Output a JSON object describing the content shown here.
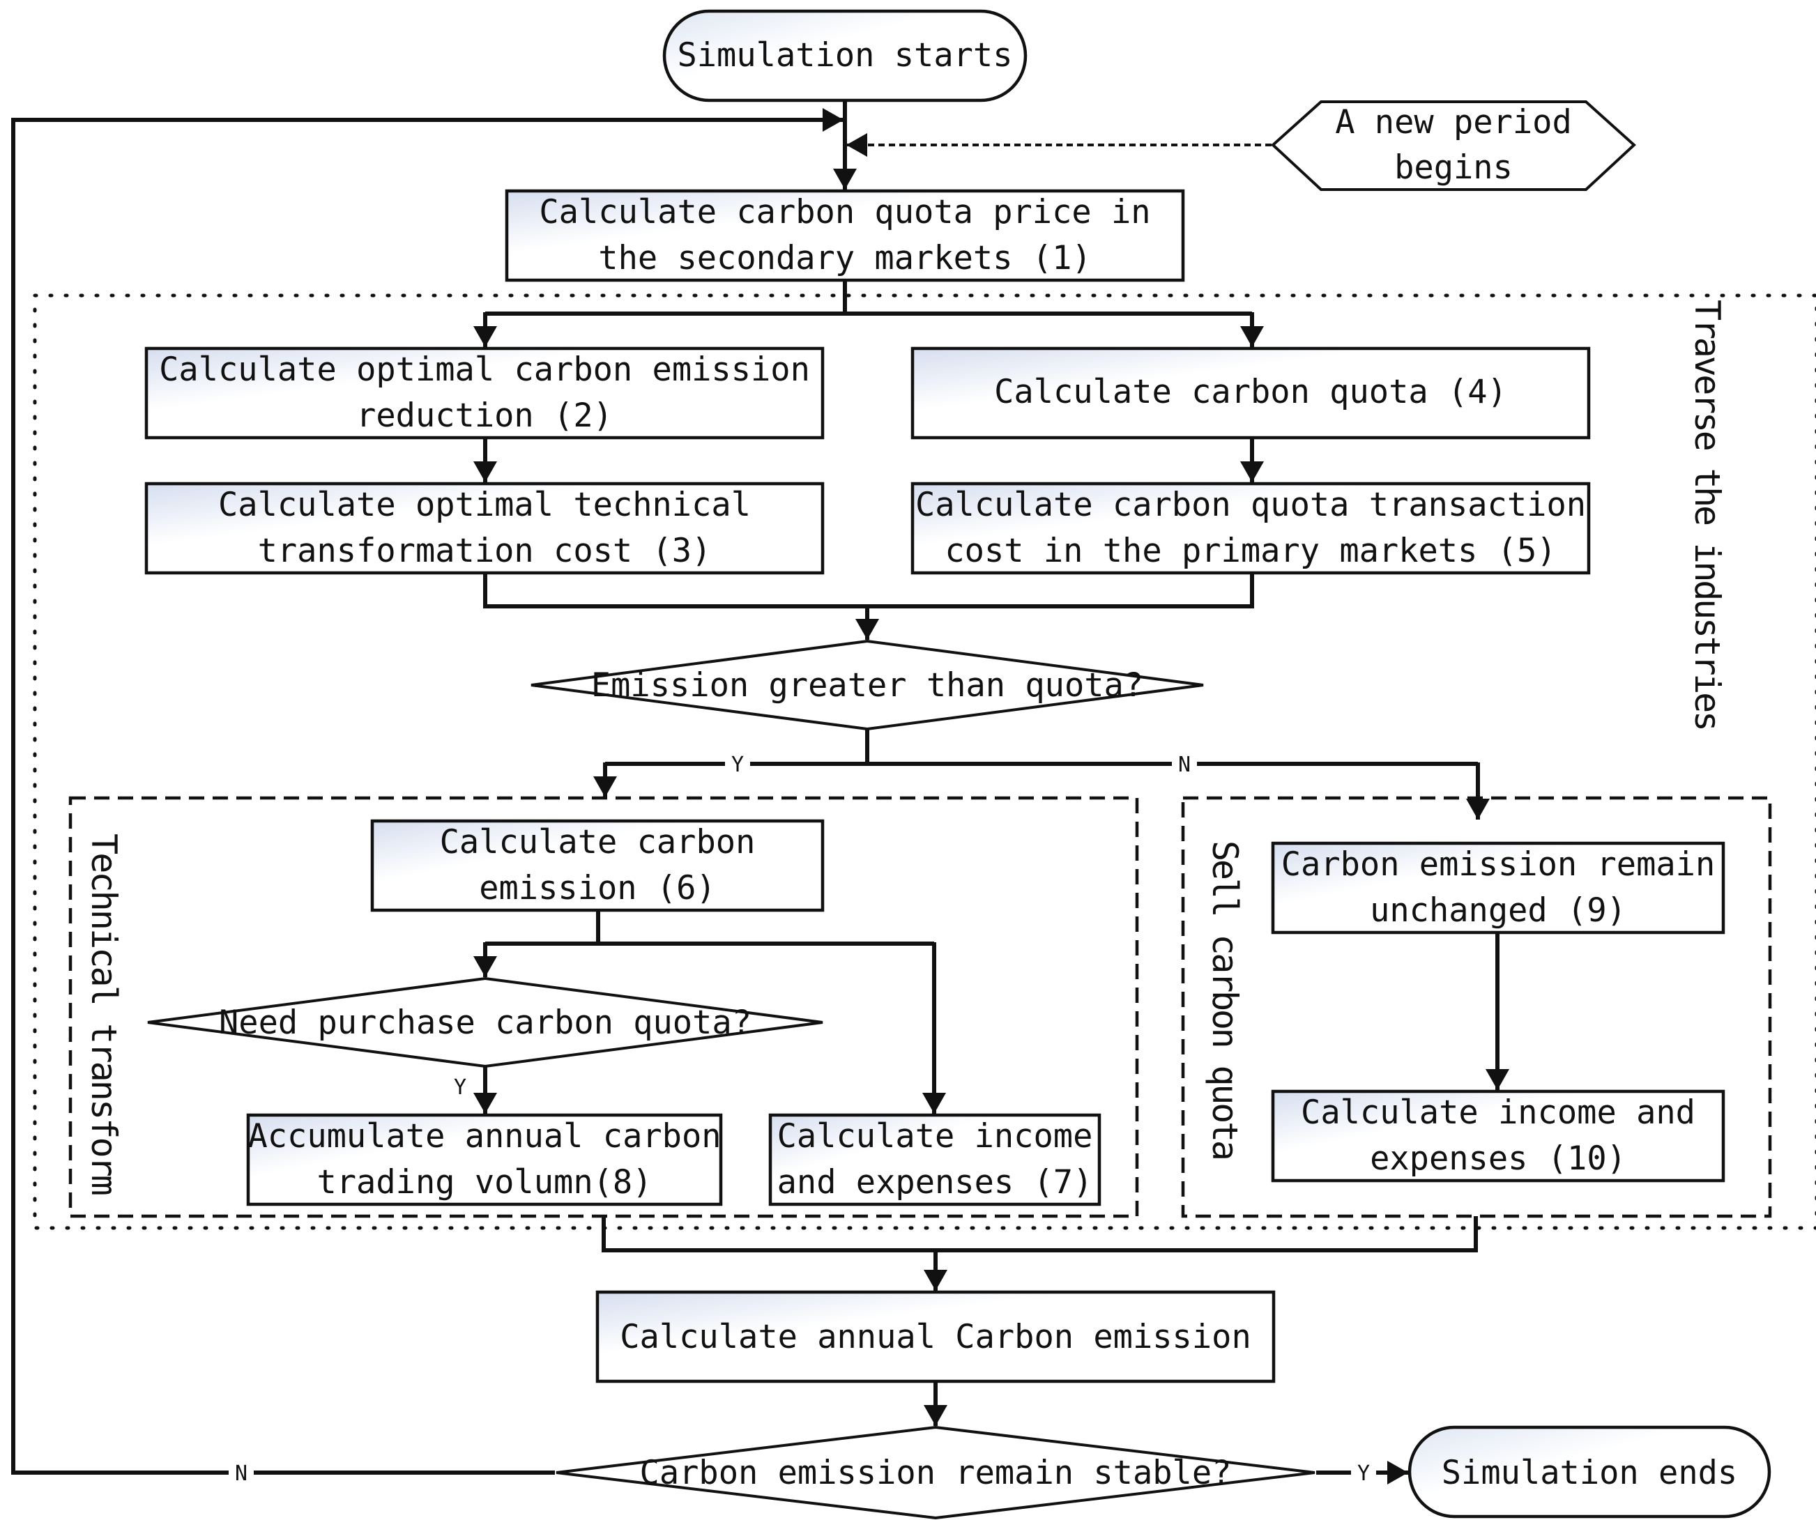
{
  "diagram": {
    "start": "Simulation starts",
    "new_period": [
      "A new period",
      "begins"
    ],
    "step1": [
      "Calculate carbon quota price in",
      "the secondary markets (1)"
    ],
    "step2": [
      "Calculate optimal carbon emission",
      "reduction (2)"
    ],
    "step3": [
      "Calculate optimal technical",
      "transformation cost (3)"
    ],
    "step4": "Calculate carbon quota (4)",
    "step5": [
      "Calculate carbon quota transaction",
      "cost in the primary markets (5)"
    ],
    "decision1": "Emission greater than quota?",
    "label_y1": "Y",
    "label_n1": "N",
    "step6": [
      "Calculate carbon",
      "emission (6)"
    ],
    "decision2": "Need purchase carbon quota?",
    "label_y2": "Y",
    "step8": [
      "Accumulate annual carbon",
      "trading volumn(8)"
    ],
    "step7": [
      "Calculate income",
      "and expenses (7)"
    ],
    "step9": [
      "Carbon emission remain",
      "unchanged (9)"
    ],
    "step10": [
      "Calculate income and",
      "expenses (10)"
    ],
    "step_annual": "Calculate annual Carbon emission",
    "decision3": "Carbon emission remain stable?",
    "label_n3": "N",
    "label_y3": "Y",
    "end": "Simulation ends",
    "group_traverse": "Traverse the industries",
    "group_technical": "Technical transform",
    "group_sell": "Sell carbon quota"
  }
}
